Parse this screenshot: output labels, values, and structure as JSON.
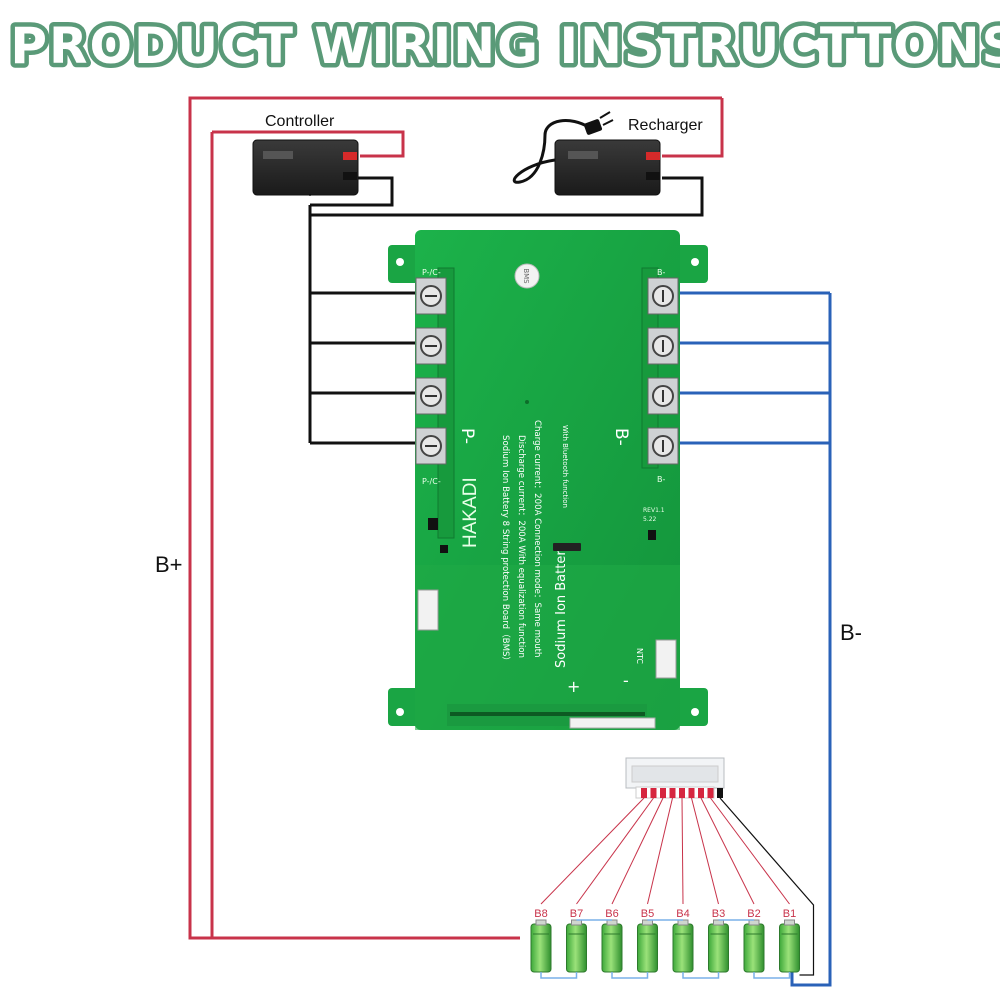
{
  "title": "PRODUCT WIRING INSTRUCTTONS",
  "devices": {
    "controller": {
      "label": "Controller"
    },
    "recharger": {
      "label": "Recharger"
    }
  },
  "wire_labels": {
    "b_plus": "B+",
    "b_minus": "B-"
  },
  "board": {
    "brand": "HAKADI",
    "product": "Sodium Ion Battery",
    "spec_lines": [
      "Sodium Ion Battery 8 String protection Board（BMS）",
      "Discharge current：200A  With equalization function",
      "Charge current：200A  Connection mode：Same mouth",
      "With Bluetooth function"
    ],
    "left_terminal_label": "P-",
    "right_terminal_label": "B-",
    "pc_label_top": "P-/C-",
    "pc_label_bottom": "P-/C-",
    "b_label_top": "B-",
    "b_label_bottom": "B-",
    "ntc_label": "NTC",
    "plus_sign": "+",
    "minus_sign": "-",
    "rev_label": "REV1.1",
    "rev_sub": "5.22",
    "badge_text": "BMS"
  },
  "cells": [
    "B8",
    "B7",
    "B6",
    "B5",
    "B4",
    "B3",
    "B2",
    "B1"
  ],
  "colors": {
    "title_fill": "#ffffff",
    "title_outline": "#5a9a78",
    "red_wire": "#c8334a",
    "black_wire": "#111111",
    "blue_wire": "#2a62b8",
    "board_green": "#1fae4a",
    "cell_green": "#4fc94a",
    "cell_label": "#c8334a"
  }
}
